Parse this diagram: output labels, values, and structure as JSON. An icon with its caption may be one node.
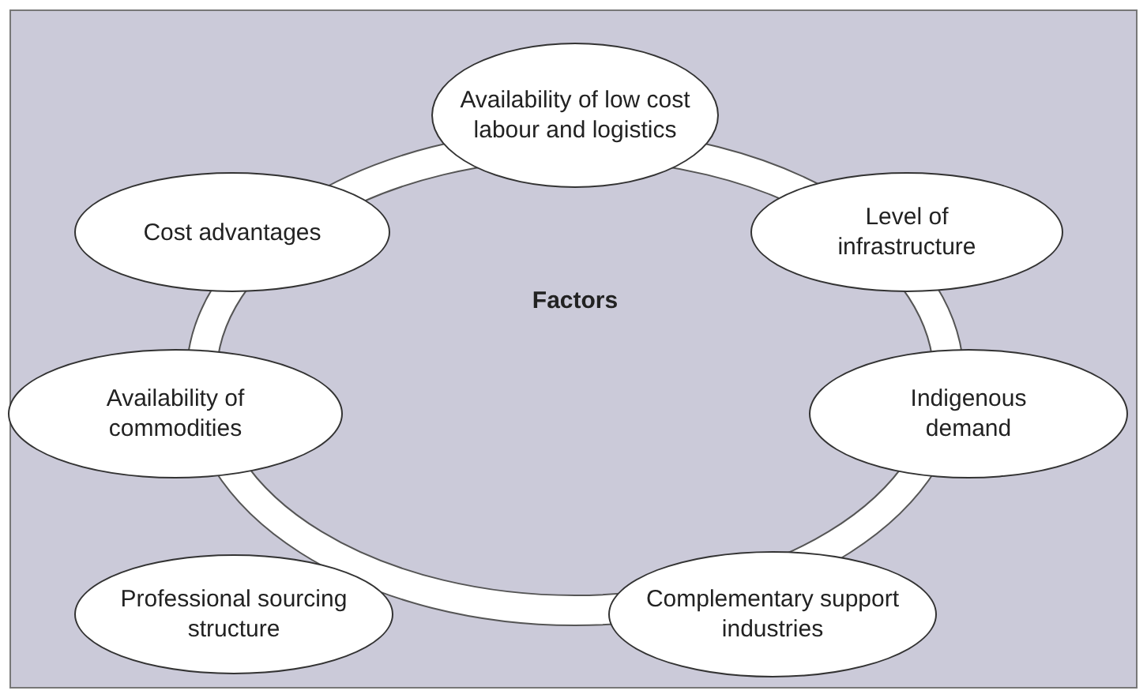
{
  "diagram": {
    "nodes": [
      {
        "text": [
          "Availability of low cost labour and logistics"
        ]
      },
      {
        "text": [
          "Cost advantages"
        ]
      },
      {
        "text": [
          "Level of infrastructure"
        ]
      },
      {
        "text": [
          "Factors"
        ]
      },
      {
        "text": [
          "Availability of commodities"
        ]
      },
      {
        "text": [
          "Indigenous demand"
        ]
      },
      {
        "text": [
          "Professional sourcing structure"
        ]
      },
      {
        "text": [
          "Complementary support industries"
        ]
      }
    ]
  }
}
